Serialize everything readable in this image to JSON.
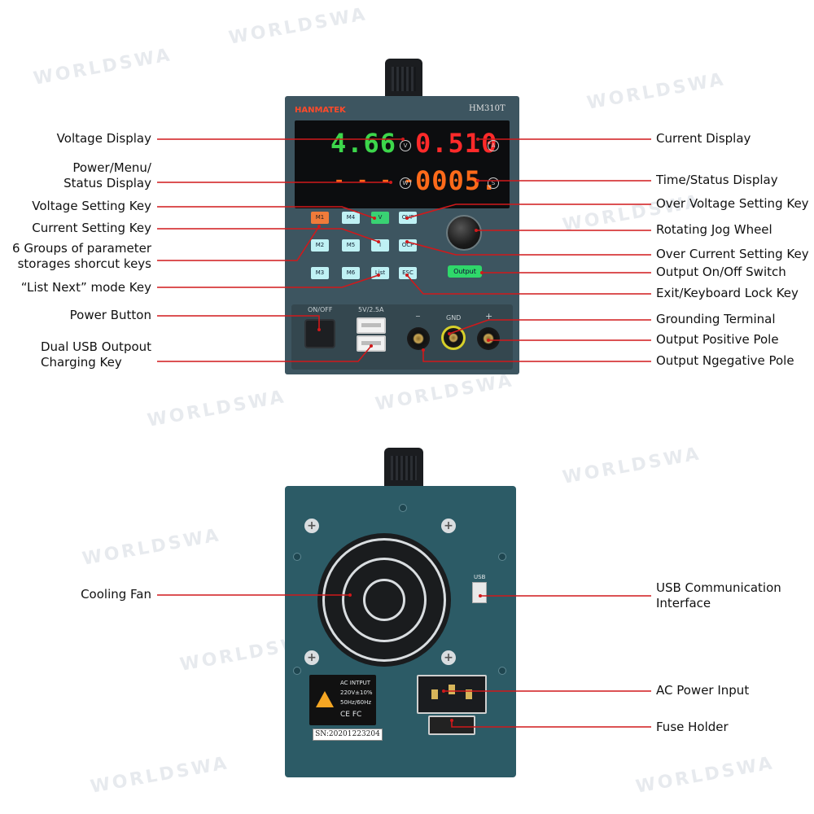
{
  "front": {
    "brand": "HANMATEK",
    "model": "HM310T",
    "voltage_reading": "4.66",
    "current_reading": "0.510",
    "status_reading": "- - - -",
    "time_reading": "0005.",
    "unit_v": "V",
    "unit_a": "A",
    "unit_w": "W",
    "unit_s": "S",
    "keys": {
      "m1": "M1",
      "m2": "M2",
      "m3": "M3",
      "m4": "M4",
      "m5": "M5",
      "m6": "M6",
      "v": "V",
      "i": "I",
      "ovp": "OVP",
      "ocp": "OCP",
      "list": "List",
      "esc": "ESC",
      "output": "Output"
    },
    "on_off": "ON/OFF",
    "usb_rating": "5V/2.5A",
    "gnd": "GND",
    "minus": "−",
    "plus": "+"
  },
  "back": {
    "usb_label": "USB",
    "sticker_lines": [
      "AC INTPUT",
      "220V±10%",
      "50Hz/60Hz"
    ],
    "ce_fc": "CE FC",
    "serial": "SN:20201223204"
  },
  "labels_left": {
    "voltage_display": "Voltage Display",
    "power_menu_1": "Power/Menu/",
    "power_menu_2": "Status Display",
    "voltage_setting": "Voltage Setting Key",
    "current_setting": "Current Setting Key",
    "groups_1": "6 Groups of parameter",
    "groups_2": "storages shorcut keys",
    "list_next": "“List Next” mode Key",
    "power_button": "Power Button",
    "dual_usb_1": "Dual USB Outpout",
    "dual_usb_2": "Charging Key",
    "cooling_fan": "Cooling Fan"
  },
  "labels_right": {
    "current_display": "Current Display",
    "time_status": "Time/Status Display",
    "over_voltage": "Over Voltage Setting Key",
    "jog_wheel": "Rotating Jog Wheel",
    "over_current": "Over Current Setting Key",
    "output_switch": "Output On/Off Switch",
    "exit_lock": "Exit/Keyboard Lock Key",
    "grounding": "Grounding Terminal",
    "positive": "Output Positive Pole",
    "negative": "Output Ngegative Pole",
    "usb_comm_1": "USB Communication",
    "usb_comm_2": "Interface",
    "ac_power": "AC Power Input",
    "fuse": "Fuse Holder"
  },
  "watermark": "WORLDSWA",
  "colors": {
    "callout_line": "#d0191b",
    "voltage_digits": "#3cd64b",
    "current_digits": "#ff2a2a",
    "status_digits": "#ff6a1a",
    "panel": "#3d5560",
    "back_panel": "#2c5b66"
  }
}
